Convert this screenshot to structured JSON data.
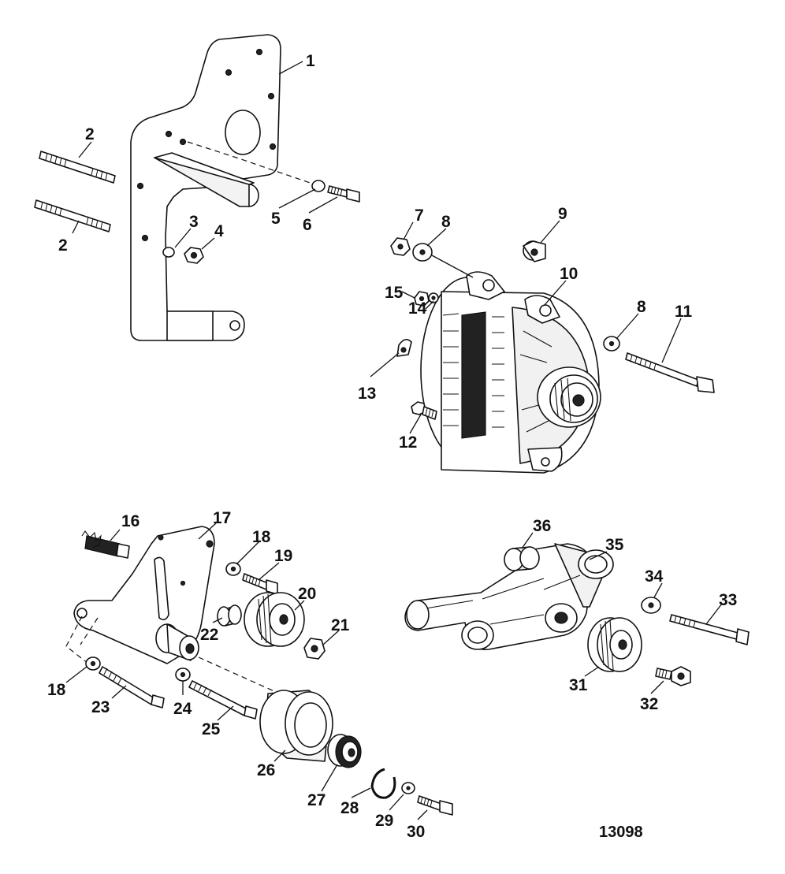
{
  "diagram": {
    "callouts": [
      "1",
      "2",
      "2",
      "3",
      "4",
      "5",
      "6",
      "7",
      "8",
      "9",
      "10",
      "15",
      "14",
      "8",
      "11",
      "13",
      "12",
      "16",
      "17",
      "18",
      "19",
      "20",
      "22",
      "21",
      "18",
      "23",
      "24",
      "25",
      "26",
      "27",
      "28",
      "29",
      "30",
      "36",
      "35",
      "34",
      "33",
      "31",
      "32"
    ],
    "reference_number": "13098"
  }
}
